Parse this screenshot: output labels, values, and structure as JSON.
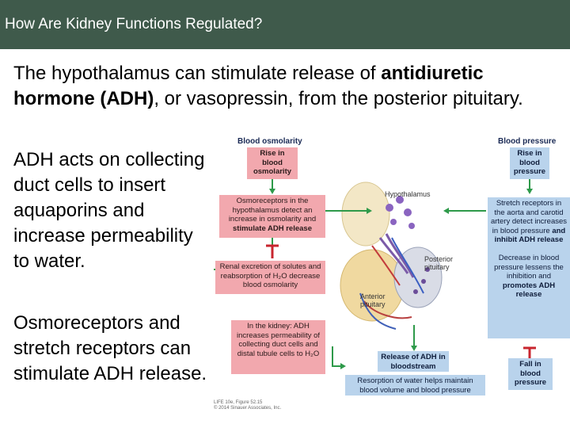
{
  "slide": {
    "title": "How Are Kidney Functions Regulated?",
    "p1_before": "The hypothalamus can stimulate release of ",
    "p1_bold": "antidiuretic hormone (ADH)",
    "p1_after": ", or vasopressin, from the posterior pituitary.",
    "p2": "ADH acts on collecting duct cells to insert aquaporins and increase permeability to water.",
    "p3": "Osmoreceptors and stretch receptors can stimulate ADH release."
  },
  "diagram": {
    "header_left": "Blood osmolarity",
    "header_right": "Blood pressure",
    "rise_osmolarity": "Rise in blood osmolarity",
    "osmoreceptors_a": "Osmoreceptors in the hypothalamus detect an increase in osmolarity and ",
    "osmoreceptors_b": "stimulate ADH release",
    "renal_excretion": "Renal excretion of solutes and reabsorption of H₂O decrease blood osmolarity",
    "kidney_action": "In the kidney: ADH increases permeability of collecting duct cells and distal tubule cells to H₂O",
    "release_adh": "Release of ADH in bloodstream",
    "resorption": "Resorption of water helps maintain blood volume and blood pressure",
    "rise_pressure": "Rise in blood pressure",
    "stretch_a": "Stretch receptors in the aorta and carotid artery detect increases in blood pressure ",
    "stretch_b": "and inhibit ADH release",
    "decrease_a": "Decrease in blood pressure lessens the inhibition and ",
    "decrease_b": "promotes ADH release",
    "fall_pressure": "Fall in blood pressure",
    "label_hypothalamus": "Hypothalamus",
    "label_posterior": "Posterior pituitary",
    "label_anterior": "Anterior pituitary",
    "credit_line1": "LIFE 10e, Figure 52.15",
    "credit_line2": "© 2014 Sinauer Associates, Inc.",
    "colors": {
      "pink": "#f2a8ae",
      "blue": "#b9d3ec",
      "green_arrow": "#2e9a4a",
      "red_marker": "#c8262f",
      "title_bar": "#3f5a4b"
    }
  }
}
